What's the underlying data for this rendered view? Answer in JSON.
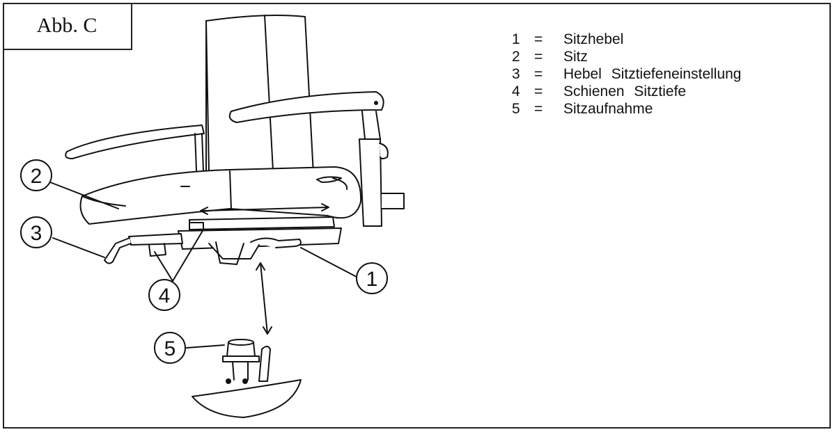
{
  "figure": {
    "label": "Abb. C"
  },
  "legend": {
    "items": [
      {
        "num": "1",
        "eq": "=",
        "text": "Sitzhebel"
      },
      {
        "num": "2",
        "eq": "=",
        "text": "Sitz"
      },
      {
        "num": "3",
        "eq": "=",
        "text": "Hebel Sitztiefeneinstellung"
      },
      {
        "num": "4",
        "eq": "=",
        "text": "Schienen Sitztiefe"
      },
      {
        "num": "5",
        "eq": "=",
        "text": "Sitzaufnahme"
      }
    ]
  },
  "callouts": {
    "c1": "1",
    "c2": "2",
    "c3": "3",
    "c4": "4",
    "c5": "5"
  }
}
